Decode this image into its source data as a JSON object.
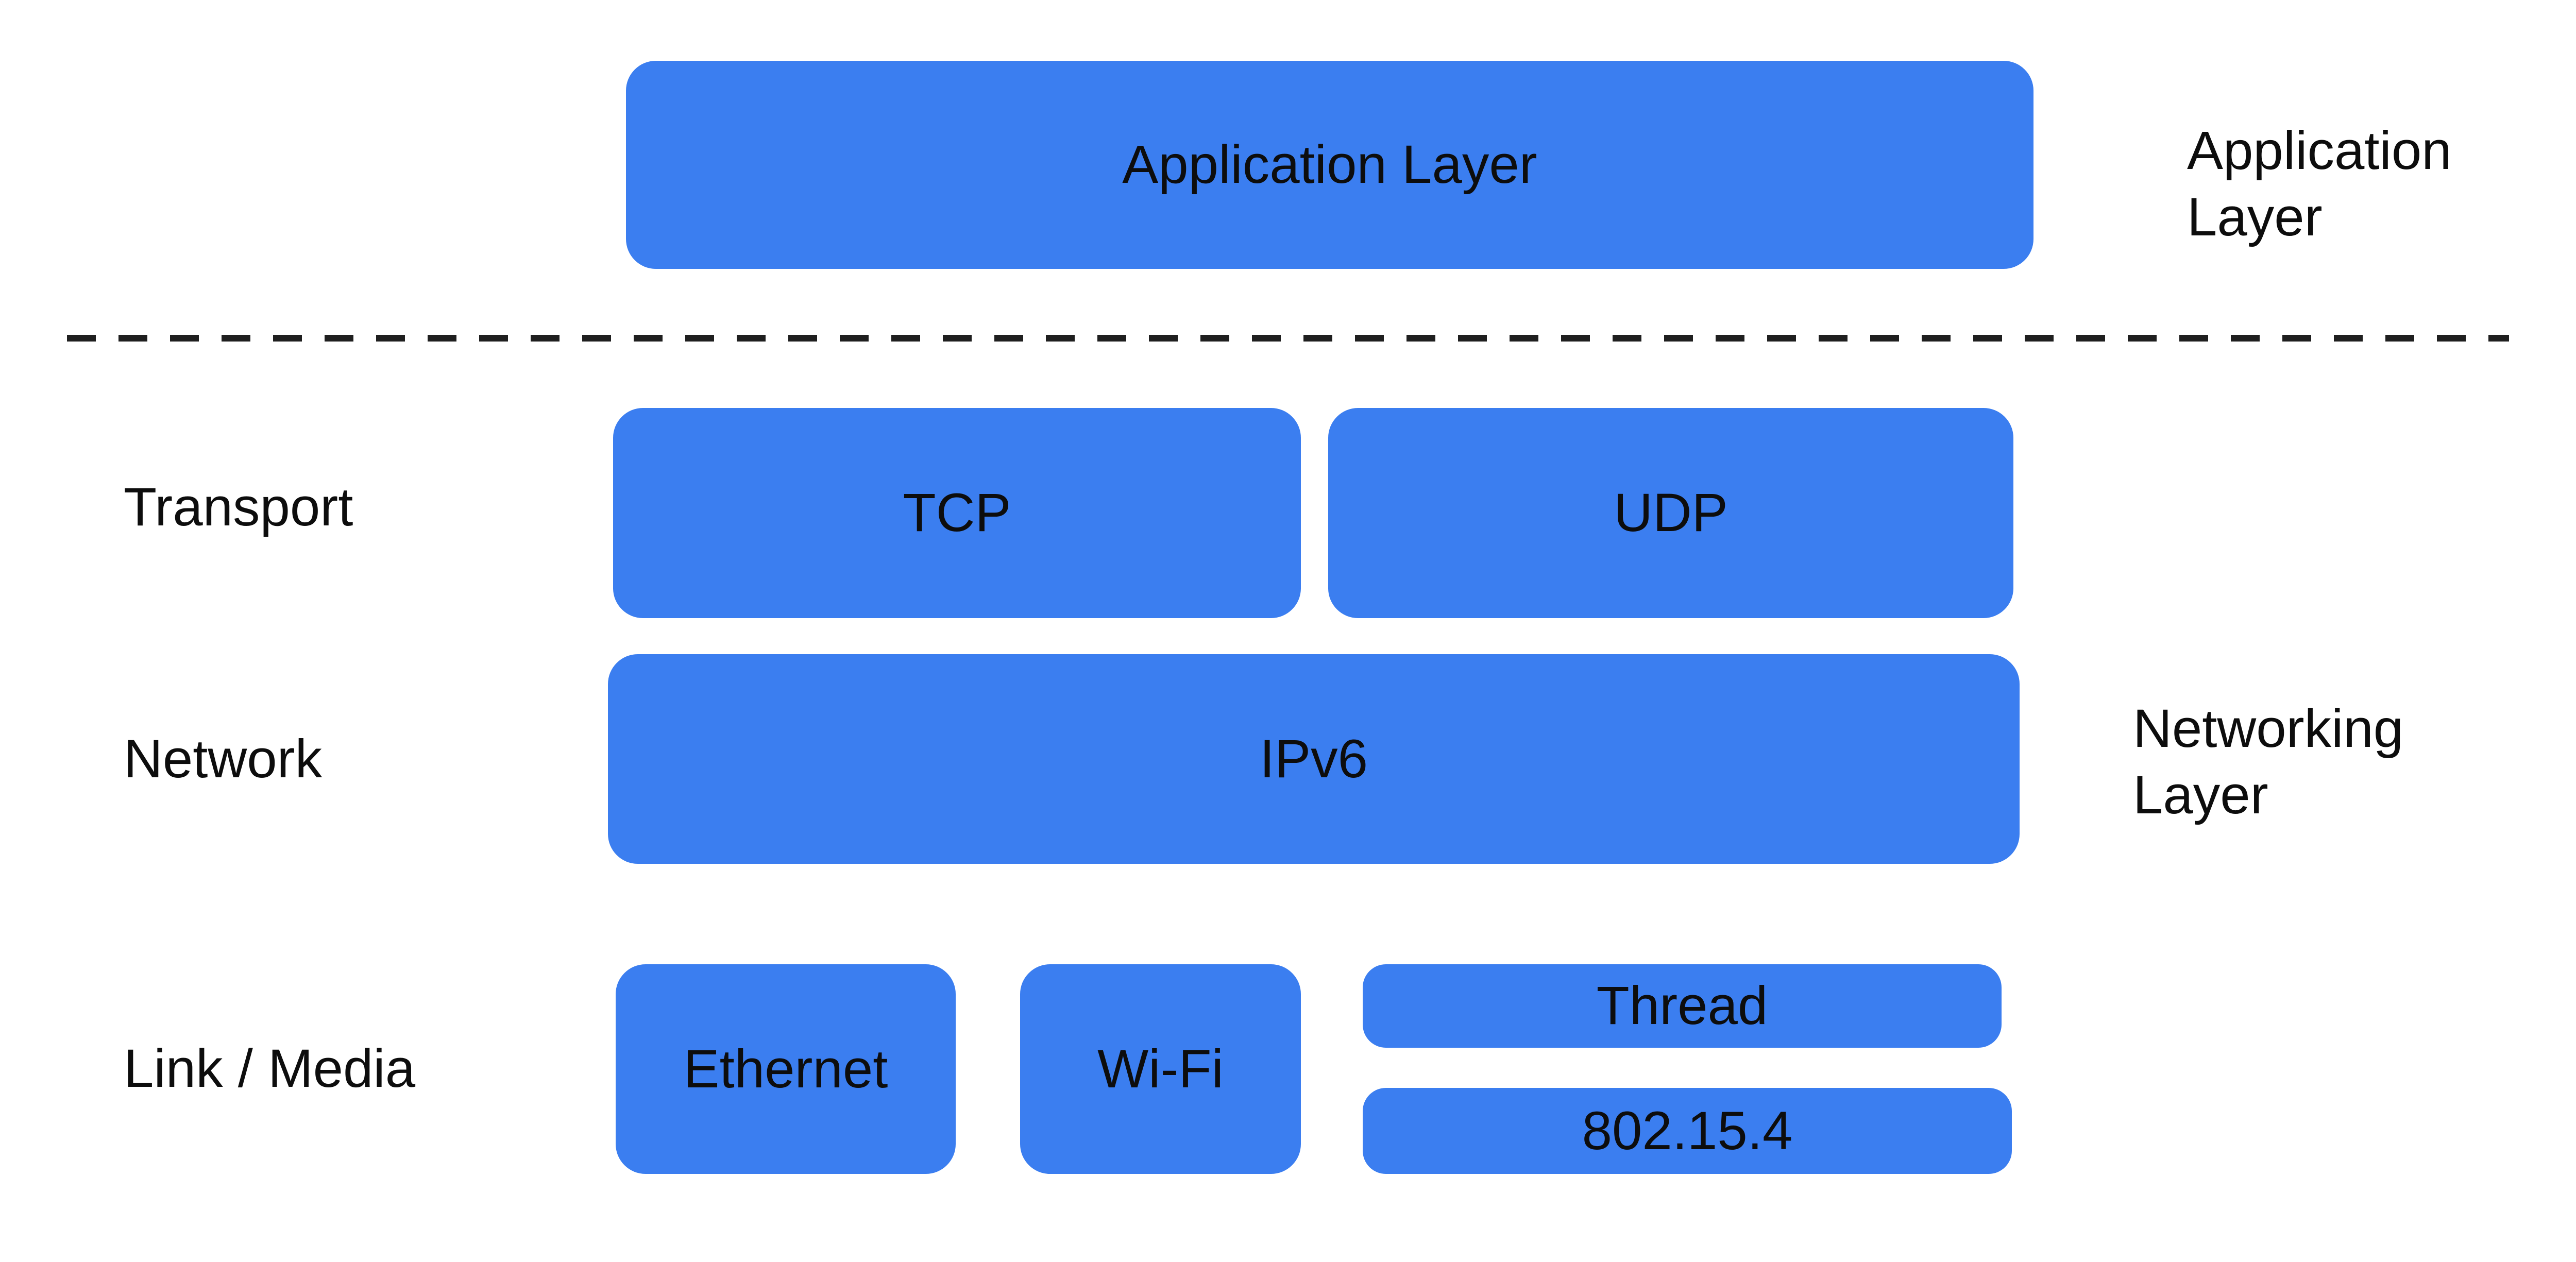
{
  "diagram": {
    "background": "#ffffff",
    "box_color": "#3b7ef0",
    "text_color": "#0d0d0d",
    "divider_color": "#1f1f1f",
    "application": {
      "box_label": "Application Layer",
      "side_label": "Application Layer"
    },
    "rows": {
      "transport": {
        "label": "Transport",
        "boxes": {
          "tcp": "TCP",
          "udp": "UDP"
        }
      },
      "network": {
        "label": "Network",
        "boxes": {
          "ipv6": "IPv6"
        },
        "side_label": "Networking Layer"
      },
      "link": {
        "label": "Link / Media",
        "boxes": {
          "ethernet": "Ethernet",
          "wifi": "Wi-Fi",
          "thread": "Thread",
          "ieee802154": "802.15.4"
        }
      }
    }
  }
}
